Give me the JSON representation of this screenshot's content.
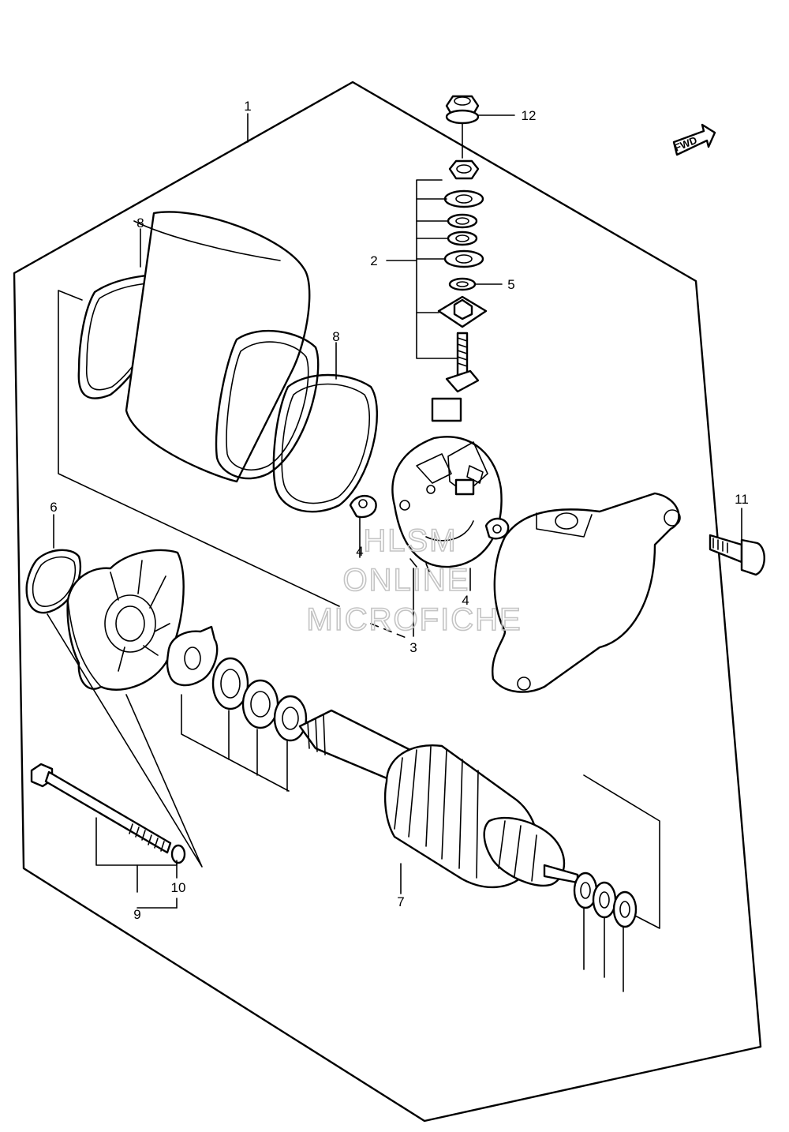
{
  "diagram": {
    "fwd_label": "FWD",
    "callouts": [
      {
        "id": "c1",
        "text": "1"
      },
      {
        "id": "c2",
        "text": "2"
      },
      {
        "id": "c3",
        "text": "3"
      },
      {
        "id": "c4a",
        "text": "4"
      },
      {
        "id": "c4b",
        "text": "4"
      },
      {
        "id": "c5",
        "text": "5"
      },
      {
        "id": "c6",
        "text": "6"
      },
      {
        "id": "c7",
        "text": "7"
      },
      {
        "id": "c8a",
        "text": "8"
      },
      {
        "id": "c8b",
        "text": "8"
      },
      {
        "id": "c9",
        "text": "9"
      },
      {
        "id": "c10",
        "text": "10"
      },
      {
        "id": "c11",
        "text": "11"
      },
      {
        "id": "c12",
        "text": "12"
      }
    ],
    "watermark": [
      "HLSM",
      "ONLINE",
      "MICROFICHE"
    ]
  }
}
